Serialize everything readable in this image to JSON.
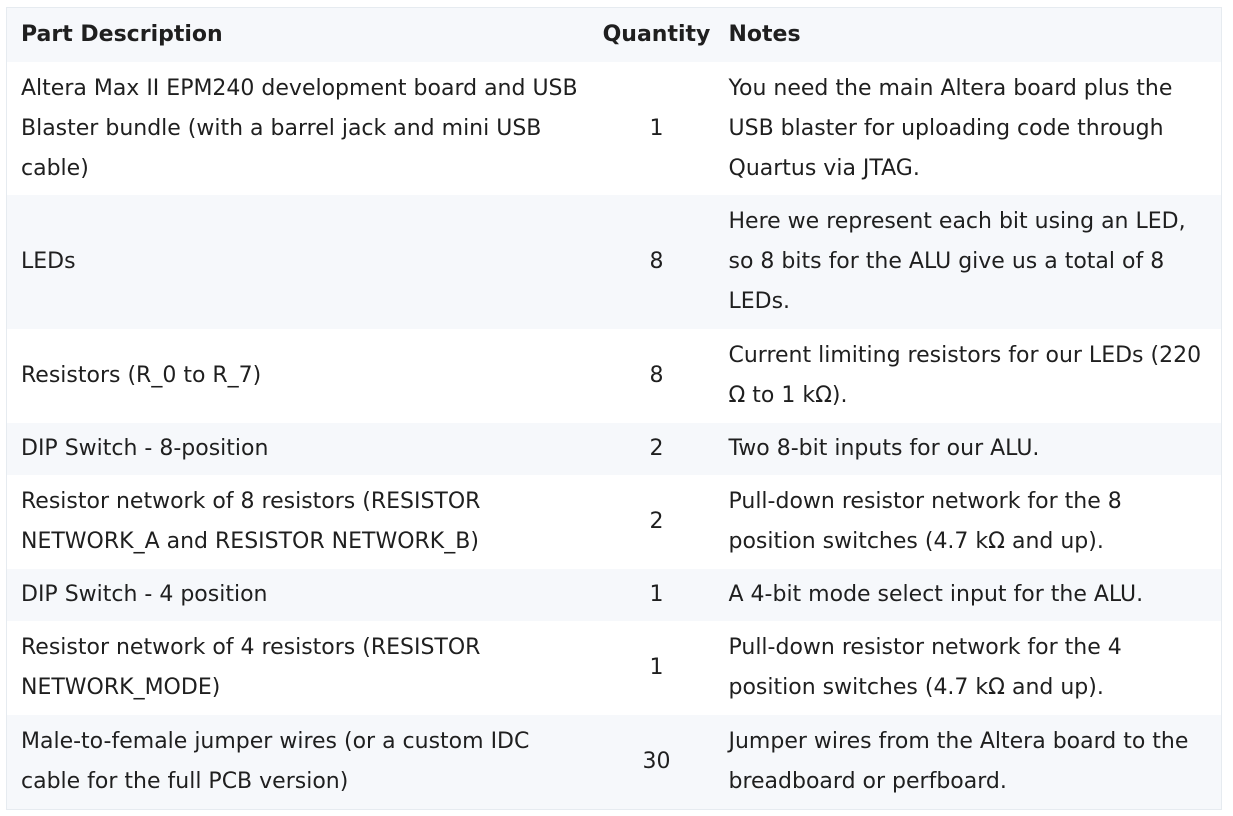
{
  "table": {
    "headers": {
      "description": "Part Description",
      "quantity": "Quantity",
      "notes": "Notes"
    },
    "rows": [
      {
        "description": "Altera Max II EPM240 development board and USB Blaster bundle (with a barrel jack and mini USB cable)",
        "quantity": "1",
        "notes": "You need the main Altera board plus the USB blaster for uploading code through Quartus via JTAG."
      },
      {
        "description": "LEDs",
        "quantity": "8",
        "notes": "Here we represent each bit using an LED, so 8 bits for the ALU give us a total of 8 LEDs."
      },
      {
        "description": "Resistors (R_0 to R_7)",
        "quantity": "8",
        "notes": "Current limiting resistors for our LEDs (220 Ω to 1 kΩ)."
      },
      {
        "description": "DIP Switch - 8-position",
        "quantity": "2",
        "notes": "Two 8-bit inputs for our ALU."
      },
      {
        "description": "Resistor network of 8 resistors (RESISTOR NETWORK_A and RESISTOR NETWORK_B)",
        "quantity": "2",
        "notes": "Pull-down resistor network for the 8 position switches (4.7 kΩ and up)."
      },
      {
        "description": "DIP Switch - 4 position",
        "quantity": "1",
        "notes": "A 4-bit mode select input for the ALU."
      },
      {
        "description": "Resistor network of 4 resistors (RESISTOR NETWORK_MODE)",
        "quantity": "1",
        "notes": "Pull-down resistor network for the 4 position switches (4.7 kΩ and up)."
      },
      {
        "description": "Male-to-female jumper wires (or a custom IDC cable for the full PCB version)",
        "quantity": "30",
        "notes": "Jumper wires from the Altera board to the breadboard or perfboard."
      }
    ]
  }
}
